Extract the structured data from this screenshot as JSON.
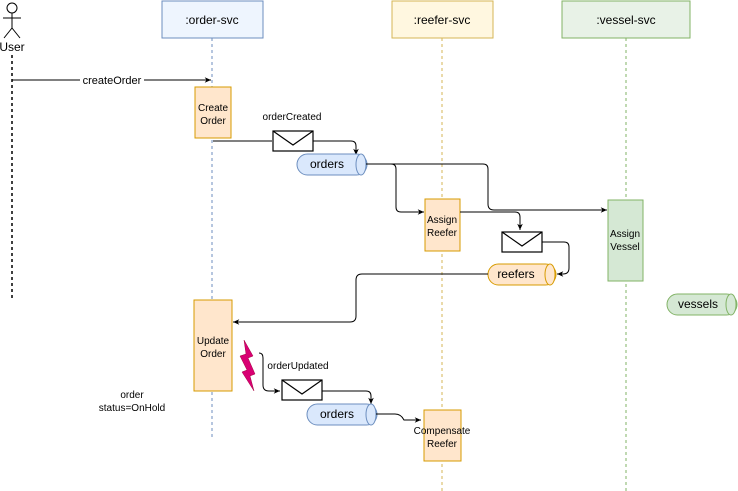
{
  "actor": {
    "label": "User"
  },
  "lifelines": [
    {
      "label": ":order-svc",
      "fill": "#dae8fc",
      "stroke": "#6c8ebf"
    },
    {
      "label": ":reefer-svc",
      "fill": "#fff2cc",
      "stroke": "#d6b656"
    },
    {
      "label": ":vessel-svc",
      "fill": "#d5e8d4",
      "stroke": "#82b366"
    }
  ],
  "activations": {
    "create_order": [
      "Create",
      "Order"
    ],
    "assign_reefer": [
      "Assign",
      "Reefer"
    ],
    "assign_vessel": [
      "Assign",
      "Vessel"
    ],
    "update_order": [
      "Update",
      "Order"
    ],
    "compensate_reefer": [
      "Compensate",
      "Reefer"
    ]
  },
  "messages": {
    "create_order": "createOrder",
    "order_created": "orderCreated",
    "order_updated": "orderUpdated"
  },
  "topics": {
    "orders_1": "orders",
    "reefers": "reefers",
    "vessels": "vessels",
    "orders_2": "orders"
  },
  "note": [
    "order",
    "status=OnHold"
  ],
  "colors": {
    "activation_fill": "#ffe6cc",
    "activation_stroke": "#d79b00",
    "vessel_activation_fill": "#d5e8d4",
    "vessel_activation_stroke": "#82b366",
    "topic_blue_fill": "#dae8fc",
    "topic_blue_stroke": "#6c8ebf",
    "topic_orange_fill": "#ffe6cc",
    "topic_orange_stroke": "#d79b00",
    "topic_green_fill": "#d5e8d4",
    "topic_green_stroke": "#82b366",
    "error": "#d80073"
  }
}
